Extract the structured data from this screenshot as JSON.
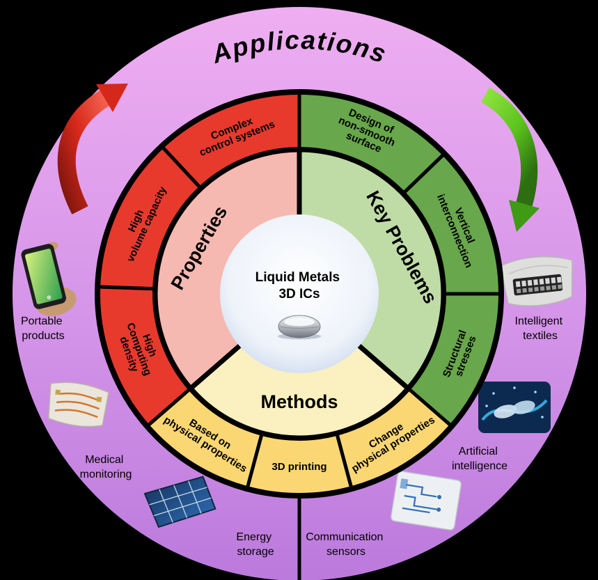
{
  "center": {
    "lines": [
      "Liquid Metals",
      "3D ICs"
    ],
    "droplet_icon": "liquid-metal-droplet"
  },
  "inner_ring": {
    "sectors": [
      {
        "name": "properties",
        "label": "Properties"
      },
      {
        "name": "key-problems",
        "label": "Key Problems"
      },
      {
        "name": "methods",
        "label": "Methods"
      }
    ]
  },
  "middle_ring": {
    "segments": [
      {
        "name": "complex-control-systems",
        "group": "properties",
        "lines": [
          "Complex",
          "control systems"
        ]
      },
      {
        "name": "high-volume-capacity",
        "group": "properties",
        "lines": [
          "High",
          "volume capacity"
        ]
      },
      {
        "name": "high-computing-density",
        "group": "properties",
        "lines": [
          "High",
          "Computing",
          "density"
        ]
      },
      {
        "name": "design-of-non-smooth-surface",
        "group": "key-problems",
        "lines": [
          "Design of",
          "non-smooth",
          "surface"
        ]
      },
      {
        "name": "vertical-interconnection",
        "group": "key-problems",
        "lines": [
          "Vertical",
          "interconnection"
        ]
      },
      {
        "name": "structural-stresses",
        "group": "key-problems",
        "lines": [
          "Structural",
          "stresses"
        ]
      },
      {
        "name": "change-physical-properties",
        "group": "methods",
        "lines": [
          "Change",
          "physical properties"
        ]
      },
      {
        "name": "3d-printing",
        "group": "methods",
        "lines": [
          "3D printing"
        ]
      },
      {
        "name": "based-on-physical-properties",
        "group": "methods",
        "lines": [
          "Based on",
          "physical properties"
        ]
      }
    ]
  },
  "outer_ring": {
    "title": "Applications",
    "items": [
      {
        "name": "portable-products",
        "lines": [
          "Portable",
          "products"
        ]
      },
      {
        "name": "medical-monitoring",
        "lines": [
          "Medical",
          "monitoring"
        ]
      },
      {
        "name": "energy-storage",
        "lines": [
          "Energy",
          "storage"
        ]
      },
      {
        "name": "communication-sensors",
        "lines": [
          "Communication",
          "sensors"
        ]
      },
      {
        "name": "artificial-intelligence",
        "lines": [
          "Artificial",
          "intelligence"
        ]
      },
      {
        "name": "intelligent-textiles",
        "lines": [
          "Intelligent",
          "textiles"
        ]
      }
    ],
    "decorations": [
      "curved-arrow-red",
      "curved-arrow-green",
      "portable-products-photo",
      "medical-monitoring-photo",
      "energy-storage-photo",
      "communication-sensors-photo",
      "artificial-intelligence-photo",
      "intelligent-textiles-photo"
    ]
  },
  "palette": {
    "background": "#000000",
    "outer_ring_top": "#efaef1",
    "outer_ring_bottom": "#bb7adc",
    "segment_red": "#e73a2d",
    "segment_green": "#68a74b",
    "segment_yellow": "#fbd773",
    "sector_pink": "#f5b9b1",
    "sector_green": "#bfdca6",
    "sector_yellow": "#fbf0c0",
    "center_fill": "#ffffff",
    "center_edge": "#b6cae6",
    "divider_black": "#000000",
    "arrow_red": "#d6281a",
    "arrow_green": "#5bc31d",
    "text_black": "#000000"
  }
}
